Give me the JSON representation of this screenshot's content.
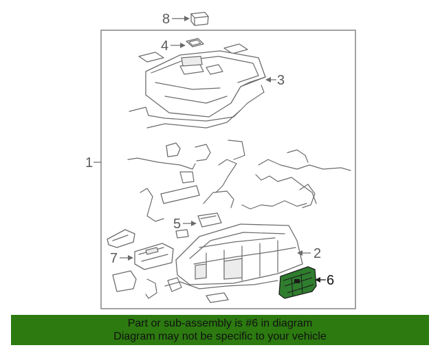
{
  "diagram": {
    "callouts": {
      "c1": "1",
      "c2": "2",
      "c3": "3",
      "c4": "4",
      "c5": "5",
      "c6": "6",
      "c7": "7",
      "c8": "8"
    },
    "highlight_color": "#2f7d2f"
  },
  "footer": {
    "background": "#2c7a10",
    "line1": "Part or sub-assembly is #6 in diagram",
    "line2": "Diagram may not be specific to your vehicle"
  }
}
